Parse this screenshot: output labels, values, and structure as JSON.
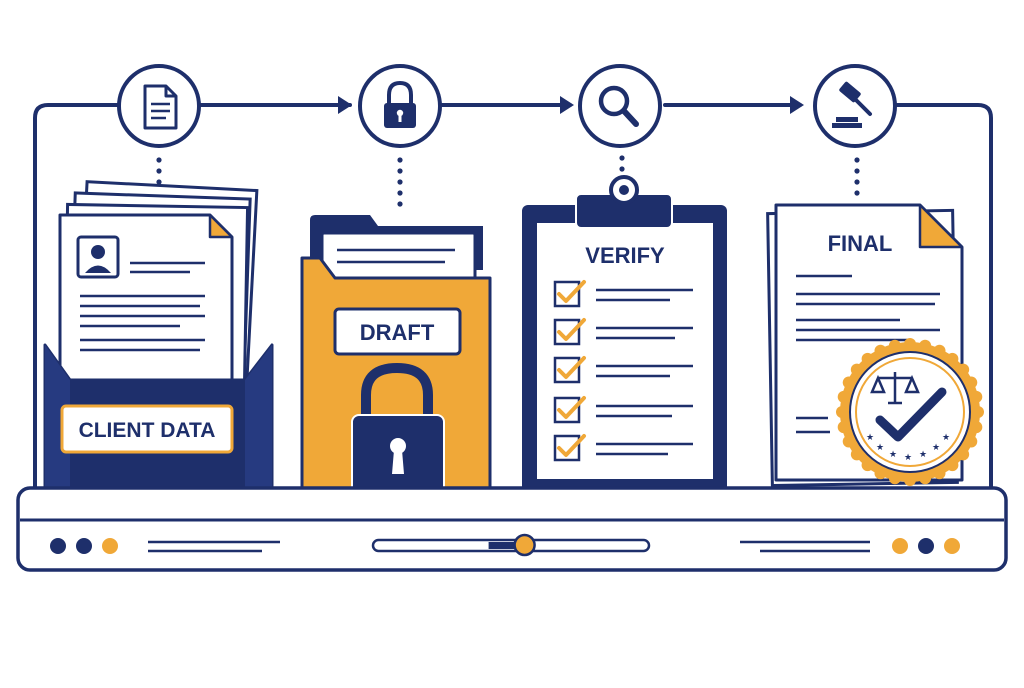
{
  "colors": {
    "navy": "#1e2f6b",
    "amber": "#f0a838",
    "light_amber": "#f7d49a",
    "paper": "#ffffff",
    "line_gray": "#d8dce8"
  },
  "steps": [
    {
      "id": "client-data",
      "label": "CLIENT DATA",
      "top_icon": "document-icon",
      "illustration": "document-tray"
    },
    {
      "id": "draft",
      "label": "DRAFT",
      "top_icon": "padlock-icon",
      "illustration": "locked-folder"
    },
    {
      "id": "verify",
      "label": "VERIFY",
      "top_icon": "magnifier-icon",
      "illustration": "checklist-clipboard"
    },
    {
      "id": "final",
      "label": "FINAL",
      "top_icon": "gavel-icon",
      "illustration": "certified-document-seal"
    }
  ],
  "footer_bar": {
    "left_dots": [
      "navy",
      "navy",
      "amber"
    ],
    "right_dots": [
      "amber",
      "navy",
      "amber"
    ],
    "slider_value": 0.55
  }
}
